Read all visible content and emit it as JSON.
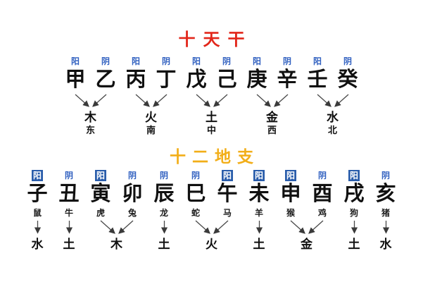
{
  "colors": {
    "background": "#ffffff",
    "stems_title_red": "#e2261a",
    "branches_title_gold": "#f2ae19",
    "yinyang_blue": "#3060c0",
    "yang_box_bg": "#2a5dab",
    "yang_box_text": "#ffffff",
    "ink": "#101010",
    "arrow": "#4a4a4a"
  },
  "stems": {
    "title": "十天干",
    "groups": [
      {
        "c0_label": "阳",
        "c0": "甲",
        "c1_label": "阴",
        "c1": "乙",
        "element": "木",
        "direction": "东"
      },
      {
        "c0_label": "阳",
        "c0": "丙",
        "c1_label": "阴",
        "c1": "丁",
        "element": "火",
        "direction": "南"
      },
      {
        "c0_label": "阳",
        "c0": "戊",
        "c1_label": "阴",
        "c1": "己",
        "element": "土",
        "direction": "中"
      },
      {
        "c0_label": "阳",
        "c0": "庚",
        "c1_label": "阴",
        "c1": "辛",
        "element": "金",
        "direction": "西"
      },
      {
        "c0_label": "阳",
        "c0": "壬",
        "c1_label": "阴",
        "c1": "癸",
        "element": "水",
        "direction": "北"
      }
    ]
  },
  "branches": {
    "title": "十二地支",
    "groups": [
      {
        "type": "single",
        "l0": "阳",
        "l0_boxed": true,
        "c0": "子",
        "a0": "鼠",
        "element": "水"
      },
      {
        "type": "single",
        "l0": "阴",
        "l0_boxed": false,
        "c0": "丑",
        "a0": "牛",
        "element": "土"
      },
      {
        "type": "pair",
        "l0": "阳",
        "l0_boxed": true,
        "c0": "寅",
        "a0": "虎",
        "l1": "阴",
        "l1_boxed": false,
        "c1": "卯",
        "a1": "兔",
        "element": "木"
      },
      {
        "type": "single",
        "l0": "阴",
        "l0_boxed": false,
        "c0": "辰",
        "a0": "龙",
        "element": "土"
      },
      {
        "type": "pair",
        "l0": "阴",
        "l0_boxed": false,
        "c0": "巳",
        "a0": "蛇",
        "l1": "阳",
        "l1_boxed": true,
        "c1": "午",
        "a1": "马",
        "element": "火"
      },
      {
        "type": "single",
        "l0": "阳",
        "l0_boxed": true,
        "c0": "未",
        "a0": "羊",
        "element": "土"
      },
      {
        "type": "pair",
        "l0": "阳",
        "l0_boxed": true,
        "c0": "申",
        "a0": "猴",
        "l1": "阴",
        "l1_boxed": false,
        "c1": "酉",
        "a1": "鸡",
        "element": "金"
      },
      {
        "type": "single",
        "l0": "阳",
        "l0_boxed": true,
        "c0": "戌",
        "a0": "狗",
        "element": "土"
      },
      {
        "type": "single",
        "l0": "阴",
        "l0_boxed": false,
        "c0": "亥",
        "a0": "猪",
        "element": "水"
      }
    ]
  }
}
